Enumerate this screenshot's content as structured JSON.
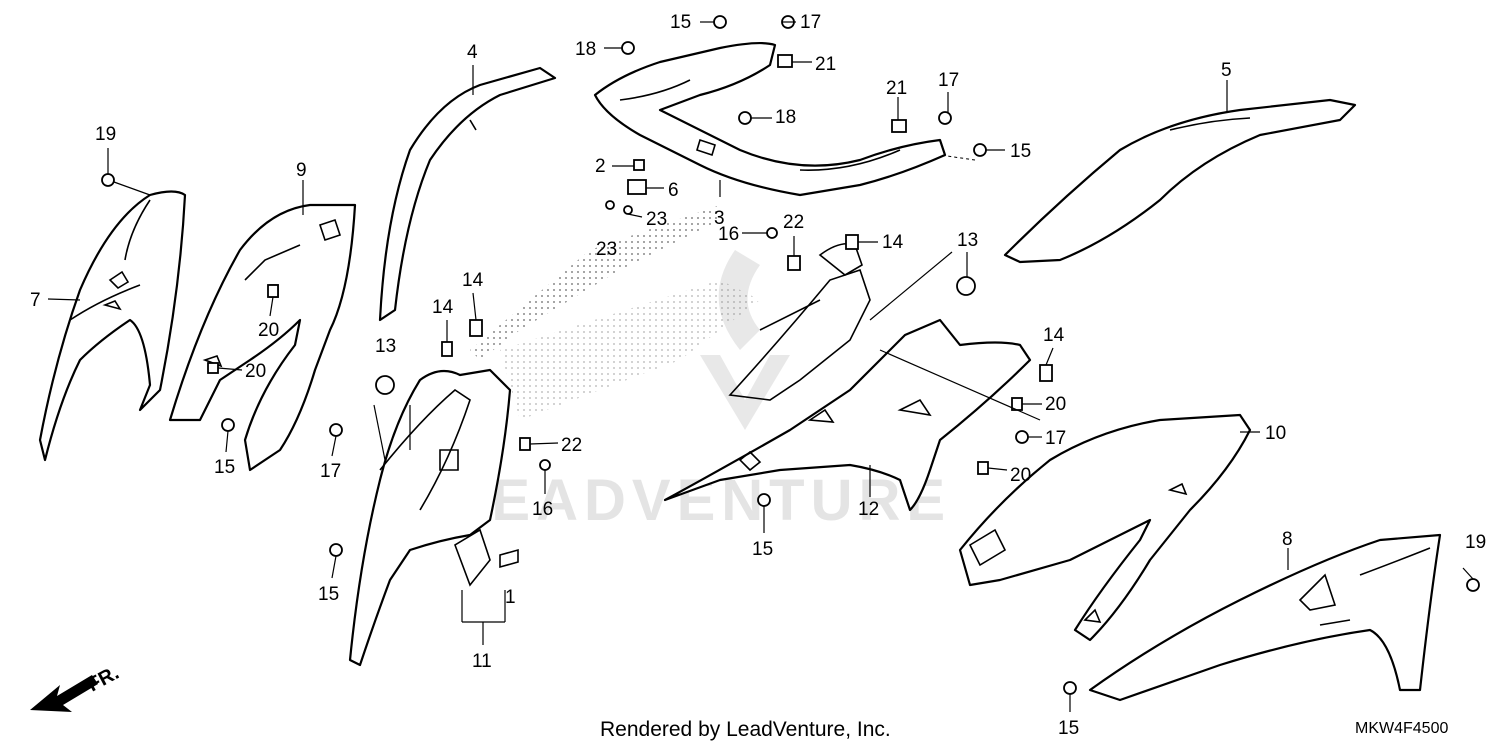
{
  "diagram": {
    "credit": "Rendered by LeadVenture, Inc.",
    "code": "MKW4F4500",
    "direction_label": "FR.",
    "watermark_text": "LEADVENTURE"
  },
  "callouts": [
    "1",
    "2",
    "3",
    "4",
    "5",
    "6",
    "7",
    "8",
    "9",
    "10",
    "11",
    "12",
    "13",
    "13",
    "14",
    "14",
    "14",
    "14",
    "15",
    "15",
    "15",
    "15",
    "15",
    "15",
    "16",
    "16",
    "17",
    "17",
    "17",
    "17",
    "18",
    "18",
    "19",
    "19",
    "20",
    "20",
    "20",
    "20",
    "21",
    "21",
    "22",
    "22",
    "23",
    "23"
  ]
}
